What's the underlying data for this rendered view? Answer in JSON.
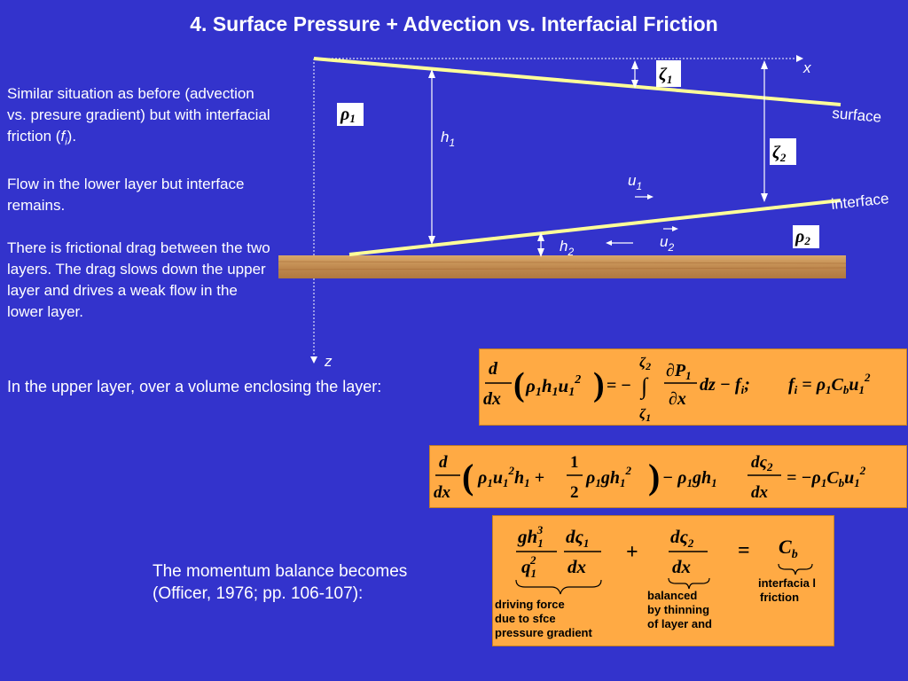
{
  "title": "4. Surface Pressure + Advection vs. Interfacial Friction",
  "left_text": {
    "p1_before": "Similar situation as before (advection vs. presure gradient) but with interfacial friction (",
    "p1_var": "f",
    "p1_sub": "i",
    "p1_after": ").",
    "p2": "Flow in the lower layer but interface remains.",
    "p3": "There is frictional drag between the two layers.  The drag slows down the upper layer and drives a weak flow in the lower layer."
  },
  "diagram": {
    "x_axis": "x",
    "z_axis": "z",
    "surface": "surface",
    "interface": "interface",
    "h1": "h",
    "h1_sub": "1",
    "h2": "h",
    "h2_sub": "2",
    "u1": "u",
    "u1_sub": "1",
    "u2": "u",
    "u2_sub": "2",
    "rho1": "ρ",
    "rho1_sub": "1",
    "rho2": "ρ",
    "rho2_sub": "2",
    "zeta1": "ζ",
    "zeta1_sub": "1",
    "zeta2": "ζ",
    "zeta2_sub": "2",
    "colors": {
      "line": "#ffff99",
      "ground": "#c8955a",
      "box": "#ffffff",
      "background": "#3333cc",
      "equation_box": "#ffaa44"
    }
  },
  "eq1_intro": "In the upper layer, over a volume enclosing the layer:",
  "momentum_text": {
    "line1": "The momentum balance becomes",
    "line2": "(Officer, 1976; pp. 106-107):"
  },
  "notes": {
    "driving": [
      "driving force",
      "due to sfce",
      "pressure gradient"
    ],
    "balanced": [
      "balanced",
      "by thinning",
      "of layer and"
    ],
    "friction": [
      "interfacia l",
      "friction"
    ]
  }
}
